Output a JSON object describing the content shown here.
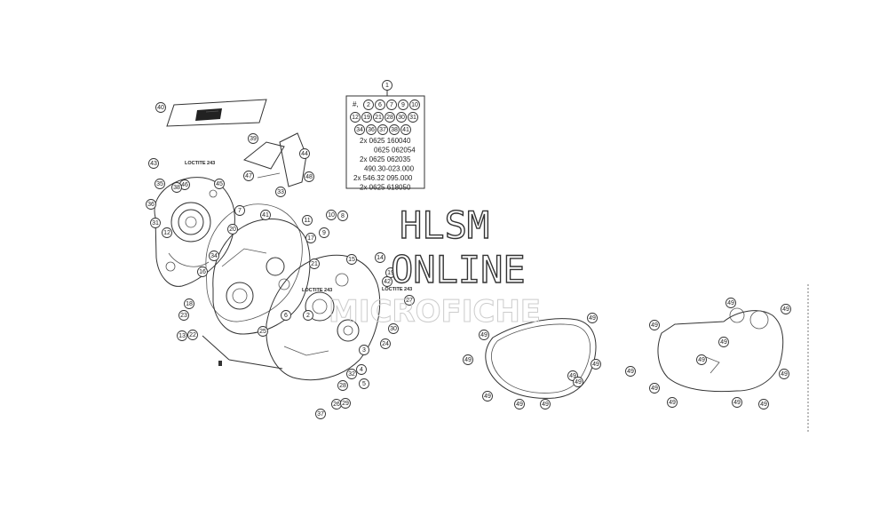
{
  "kit_box": {
    "top_callout": "1",
    "row1_prefix": "#,",
    "row1": [
      "2",
      "6",
      "7",
      "9",
      "10"
    ],
    "row2": [
      "12",
      "19",
      "21",
      "28",
      "30",
      "31"
    ],
    "row3": [
      "34",
      "36",
      "37",
      "38",
      "41"
    ],
    "lines": [
      "2x  0625 160040",
      "0625 062054",
      "2x  0625 062035",
      "490.30-023.000",
      "2x  546.32 095.000",
      "2x  0625 618050"
    ]
  },
  "loctite_labels": [
    "LOCTITE 243",
    "LOCTITE 243",
    "LOCTITE 243"
  ],
  "callouts_left": [
    "40",
    "39",
    "44",
    "45",
    "46",
    "41",
    "47",
    "48",
    "43",
    "35",
    "36",
    "31",
    "38",
    "33",
    "11",
    "10",
    "8",
    "9",
    "17",
    "18",
    "12",
    "7",
    "16",
    "20",
    "21",
    "14",
    "15",
    "19",
    "22",
    "42",
    "25",
    "2",
    "6",
    "27",
    "30",
    "3",
    "4",
    "5",
    "24",
    "26",
    "28",
    "32",
    "29",
    "37",
    "34",
    "23",
    "13"
  ],
  "callouts_gasket1": [
    "49",
    "49",
    "49",
    "49",
    "49",
    "49",
    "49",
    "49",
    "49"
  ],
  "callouts_gasket2": [
    "49",
    "49",
    "49",
    "49",
    "49",
    "49",
    "49",
    "49",
    "49",
    "49",
    "49"
  ],
  "watermark": {
    "line1": "HLSM",
    "line2": "ONLINE",
    "line3": "MICROFICHE"
  }
}
